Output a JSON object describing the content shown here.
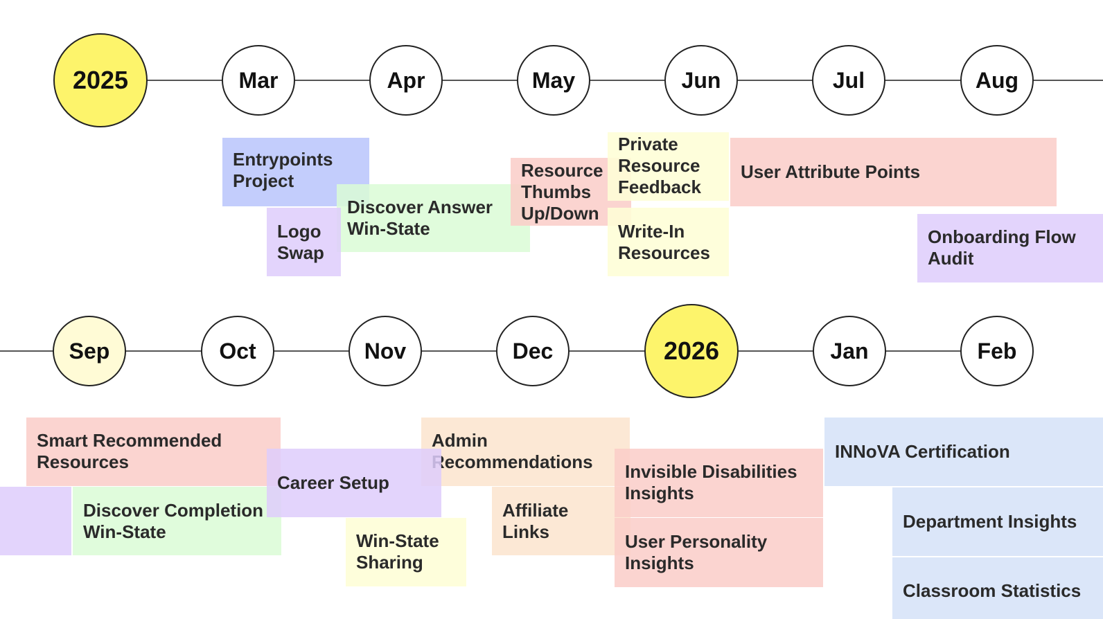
{
  "colors": {
    "year_fill": "#fdf46b",
    "sep_fill": "#fffbd6",
    "node_fill": "#ffffff",
    "blue": "#b9c4fc",
    "purple": "#decdfc",
    "green": "#dafcd6",
    "red": "#facac8",
    "yellow": "#fefed6",
    "peach": "#fce4ce",
    "ice": "#d6e2f8"
  },
  "row1": {
    "nodes": [
      "2025",
      "Mar",
      "Apr",
      "May",
      "Jun",
      "Jul",
      "Aug"
    ],
    "cards": {
      "entrypoints": "Entrypoints\nProject",
      "logo_swap": "Logo\nSwap",
      "discover_answer": "Discover Answer\nWin-State",
      "resource_thumbs": "Resource\nThumbs\nUp/Down",
      "private_feedback": "Private\nResource\nFeedback",
      "write_in": "Write-In\nResources",
      "user_attribute": "User Attribute Points",
      "onboarding": "Onboarding Flow\nAudit"
    }
  },
  "row2": {
    "nodes": [
      "Sep",
      "Oct",
      "Nov",
      "Dec",
      "2026",
      "Jan",
      "Feb"
    ],
    "cards": {
      "smart_recommended": "Smart Recommended\nResources",
      "discover_completion": "Discover Completion\nWin-State",
      "career_setup": "Career Setup",
      "win_state_sharing": "Win-State\nSharing",
      "admin_recommendations": "Admin\nRecommendations",
      "affiliate_links": "Affiliate\nLinks",
      "invisible_disabilities": "Invisible Disabilities\nInsights",
      "user_personality": "User Personality\nInsights",
      "innova": "INNoVA Certification",
      "department": "Department Insights",
      "classroom": "Classroom Statistics"
    }
  }
}
